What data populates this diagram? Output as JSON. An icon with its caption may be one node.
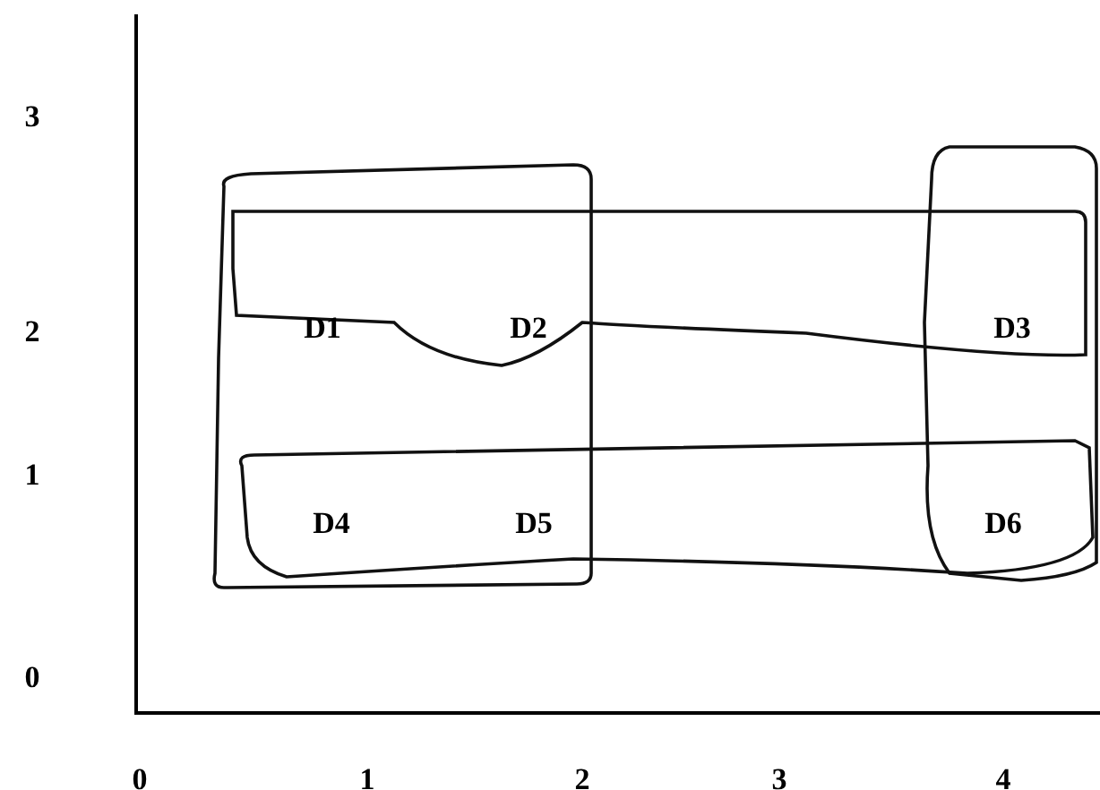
{
  "diagram": {
    "labels": [
      "3",
      "2",
      "D1",
      "D2",
      "D3",
      "1",
      "D4",
      "D5",
      "D6",
      "0",
      "0",
      "1",
      "2",
      "3",
      "4"
    ]
  }
}
